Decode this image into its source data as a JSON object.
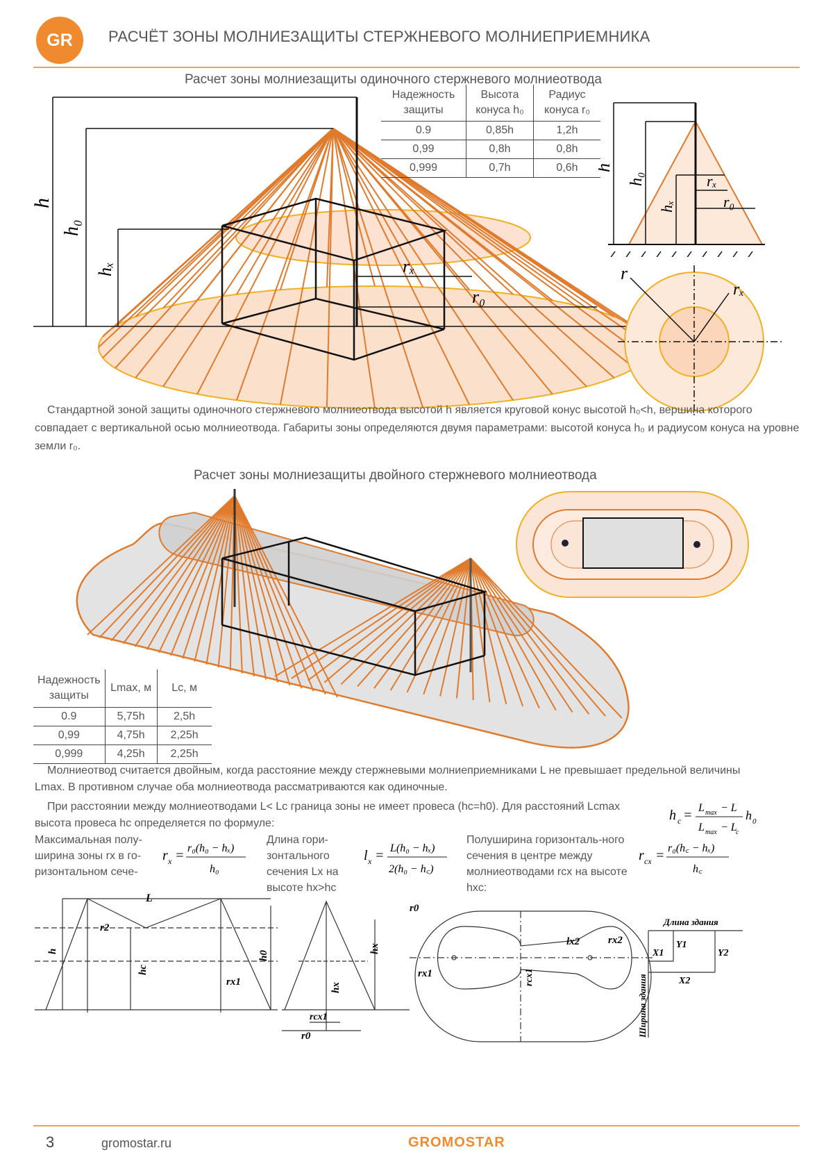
{
  "header": {
    "logo": "GR",
    "title": "РАСЧЁТ ЗОНЫ МОЛНИЕЗАЩИТЫ СТЕРЖНЕВОГО МОЛНИЕПРИЕМНИКА"
  },
  "single": {
    "title": "Расчет зоны молниезащиты одиночного стержневого молниеотвода",
    "table": {
      "headers": [
        "Надежность защиты",
        "Высота конуса h₀",
        "Радиус конуса r₀"
      ],
      "rows": [
        [
          "0.9",
          "0,85h",
          "1,2h"
        ],
        [
          "0,99",
          "0,8h",
          "0,8h"
        ],
        [
          "0,999",
          "0,7h",
          "0,6h"
        ]
      ]
    },
    "labels": {
      "h": "h",
      "h0": "h₀",
      "hx": "hₓ",
      "rx": "rₓ",
      "r0": "r₀",
      "r": "r"
    },
    "paragraph": "Стандартной зоной защиты одиночного стержневого молниеотвода высотой h является круговой конус высотой h₀<h, вершина которого совпадает с вертикальной осью молниеотвода. Габариты зоны определяются двумя параметрами: высотой конуса h₀ и радиусом конуса на уровне земли r₀."
  },
  "double": {
    "title": "Расчет зоны молниезащиты двойного стержневого молниеотвода",
    "table": {
      "headers": [
        "Надежность защиты",
        "Lmax, м",
        "Lc, м"
      ],
      "rows": [
        [
          "0.9",
          "5,75h",
          "2,5h"
        ],
        [
          "0,99",
          "4,75h",
          "2,25h"
        ],
        [
          "0,999",
          "4,25h",
          "2,25h"
        ]
      ]
    },
    "paragraph1": "Молниеотвод считается двойным, когда расстояние между стержневыми молниеприемниками L не превышает предельной величины Lmax. В противном случае оба молниеотвода рассматриваются как одиночные.",
    "paragraph2": "При расстоянии между молниеотводами L< Lc граница зоны не имеет провеса (hc=h0). Для расстояний Lcmax высота провеса hc определяется по формуле:",
    "text_rx": "Максимальная полу-ширина зоны rх в го-ризонтальном сече-",
    "text_lx": "Длина гори-зонтального сечения Lx на высоте hx>hc",
    "text_rcx": "Полуширина горизонталь-ного сечения в центре между молниеотводами rcх на высоте hxc:"
  },
  "diagram_labels": {
    "L": "L",
    "r2": "r2",
    "h": "h",
    "hc": "hc",
    "h0": "h0",
    "rx1": "rx1",
    "hx": "hx",
    "rcx1": "rcx1",
    "r0": "r0",
    "lx2": "lx2",
    "rx2": "rx2",
    "building_length": "Длина здания",
    "building_width": "Ширина здания",
    "X1": "X1",
    "Y1": "Y1",
    "Y2": "Y2",
    "X2": "X2"
  },
  "footer": {
    "page": "3",
    "site": "gromostar.ru",
    "brand": "GROMOSTAR"
  },
  "colors": {
    "accent": "#ef8a2e",
    "cone_fill": "#fce1d0",
    "zone_gray": "#d9d9d9"
  }
}
